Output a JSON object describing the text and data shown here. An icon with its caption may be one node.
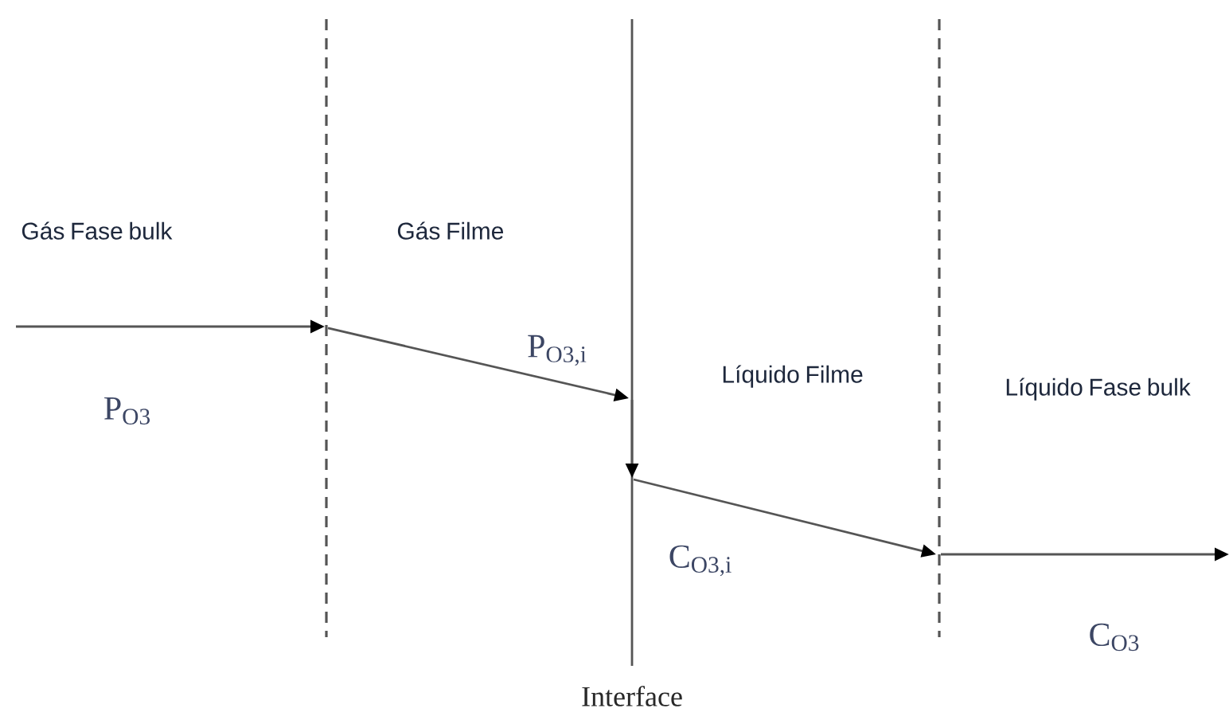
{
  "diagram": {
    "labels": [
      "Gás Fase bulk",
      "Gás Filme",
      "P$_{O3,i}$",
      "P$_{O3}$",
      "Líquido Filme",
      "Líquido Fase bulk",
      "C$_{O3,i}$",
      "C$_{O3}$",
      "Interface"
    ]
  }
}
